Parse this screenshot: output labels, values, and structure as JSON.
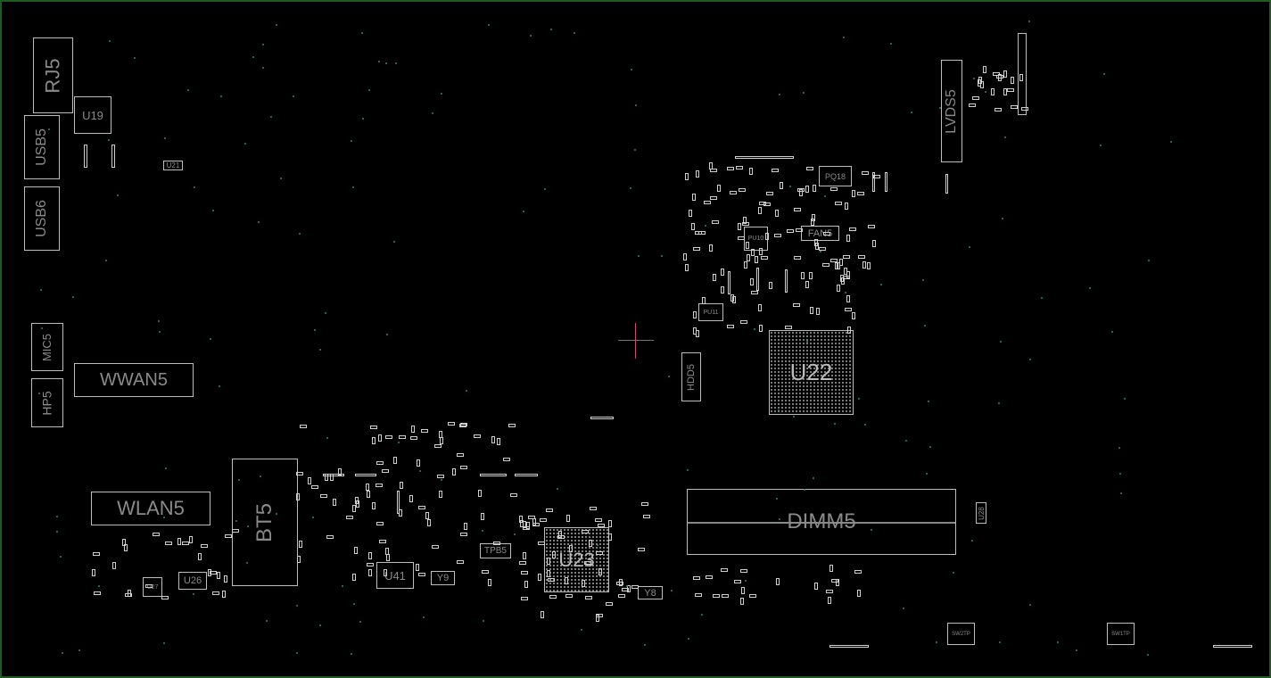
{
  "components": {
    "rj5": "RJ5",
    "u19": "U19",
    "usb5": "USB5",
    "usb6": "USB6",
    "u21": "U21",
    "mic5": "MIC5",
    "hp5": "HP5",
    "wwan5": "WWAN5",
    "wlan5": "WLAN5",
    "bt5": "BT5",
    "u27": "U27",
    "u26": "U26",
    "u41": "U41",
    "y9": "Y9",
    "tpb5": "TPB5",
    "u23": "U23",
    "y8": "Y8",
    "dimm5": "DIMM5",
    "u28": "U28",
    "sw2tp": "SW2TP",
    "sw1tp": "SW1TP",
    "u22": "U22",
    "hdd5": "HDD5",
    "pu11": "PU11",
    "pu10": "PU10",
    "fan5": "FAN5",
    "pq18": "PQ18",
    "lvds5": "LVDS5"
  },
  "colors": {
    "outline": "#bdbdbd",
    "board_edge": "#1f5a1f",
    "via": "#2a8a6a",
    "cursor": "#c05070"
  }
}
